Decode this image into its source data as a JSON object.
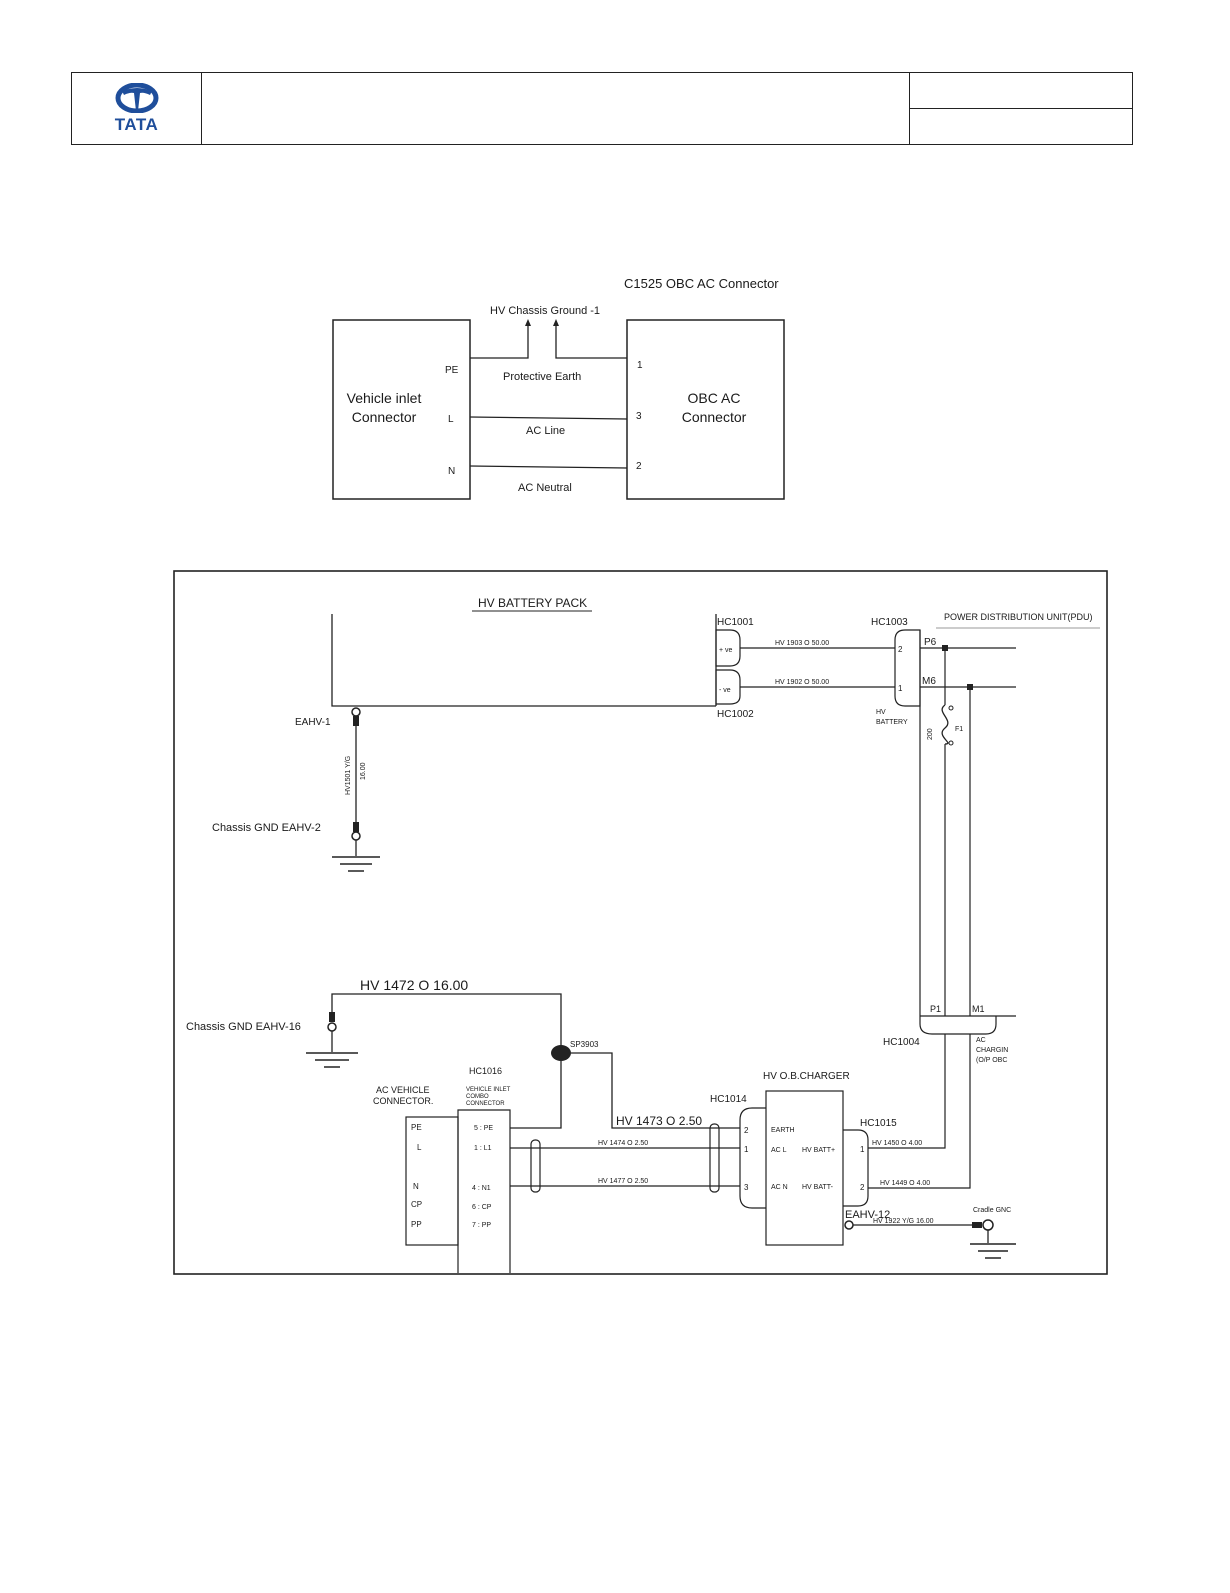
{
  "header": {
    "logo_text": "TATA"
  },
  "block_diagram": {
    "title": "C1525 OBC AC Connector",
    "ground_label": "HV Chassis Ground -1",
    "left_box": [
      "Vehicle inlet",
      "Connector"
    ],
    "right_box": [
      "OBC AC",
      "Connector"
    ],
    "left_pins": [
      "PE",
      "L",
      "N"
    ],
    "right_pins": [
      "1",
      "3",
      "2"
    ],
    "wire_labels": [
      "Protective Earth",
      "AC Line",
      "AC Neutral"
    ]
  },
  "schematic": {
    "battery_pack": "HV BATTERY PACK",
    "pdu": "POWER DISTRIBUTION UNIT(PDU)",
    "hc1001": "HC1001",
    "hc1002": "HC1002",
    "hc1003": "HC1003",
    "hc1004": "HC1004",
    "hc1014": "HC1014",
    "hc1015": "HC1015",
    "hc1016": "HC1016",
    "plus_ve": "+ ve",
    "minus_ve": "- ve",
    "wire_1903": "HV  1903  O  50.00",
    "wire_1902": "HV  1902  O  50.00",
    "pin_2": "2",
    "pin_1": "1",
    "p6": "P6",
    "m6": "M6",
    "hv_battery": [
      "HV",
      "BATTERY"
    ],
    "fuse": "F1",
    "fuse_rating": "200",
    "eahv1": "EAHV-1",
    "ground_wire": "HV1501 Y/G",
    "ground_wire_size": "16.00",
    "chassis_gnd_2": "Chassis GND EAHV-2",
    "chassis_gnd_16": "Chassis GND EAHV-16",
    "wire_1472": "HV   1472   O   16.00",
    "sp3903": "SP3903",
    "p1": "P1",
    "m1": "M1",
    "ac_charging": [
      "AC",
      "CHARGIN",
      "(O/P OBC"
    ],
    "obc": "HV O.B.CHARGER",
    "ac_vehicle_connector": [
      "AC VEHICLE",
      "CONNECTOR."
    ],
    "inlet_combo": [
      "VEHICLE INLET",
      "COMBO",
      "CONNECTOR"
    ],
    "ac_pins": [
      "PE",
      "L",
      "N",
      "CP",
      "PP"
    ],
    "inlet_pins": [
      "5 : PE",
      "1 : L1",
      "4 : N1",
      "6 : CP",
      "7 : PP"
    ],
    "wire_1473": "HV   1473   O   2.50",
    "wire_1474": "HV   1474   O   2.50",
    "wire_1477": "HV   1477   O   2.50",
    "obc_pins_left": [
      "2",
      "1",
      "3"
    ],
    "obc_labels_left": [
      "EARTH",
      "AC L",
      "AC N"
    ],
    "obc_labels_right": [
      "HV BATT+",
      "HV BATT-"
    ],
    "hc1015_pins": [
      "1",
      "2"
    ],
    "wire_1450": "HV   1450   O   4.00",
    "wire_1449": "HV   1449   O   4.00",
    "eahv12": "EAHV-12",
    "wire_1922": "HV   1922   Y/G   16.00",
    "cradle_gnd": "Cradle GNC"
  }
}
